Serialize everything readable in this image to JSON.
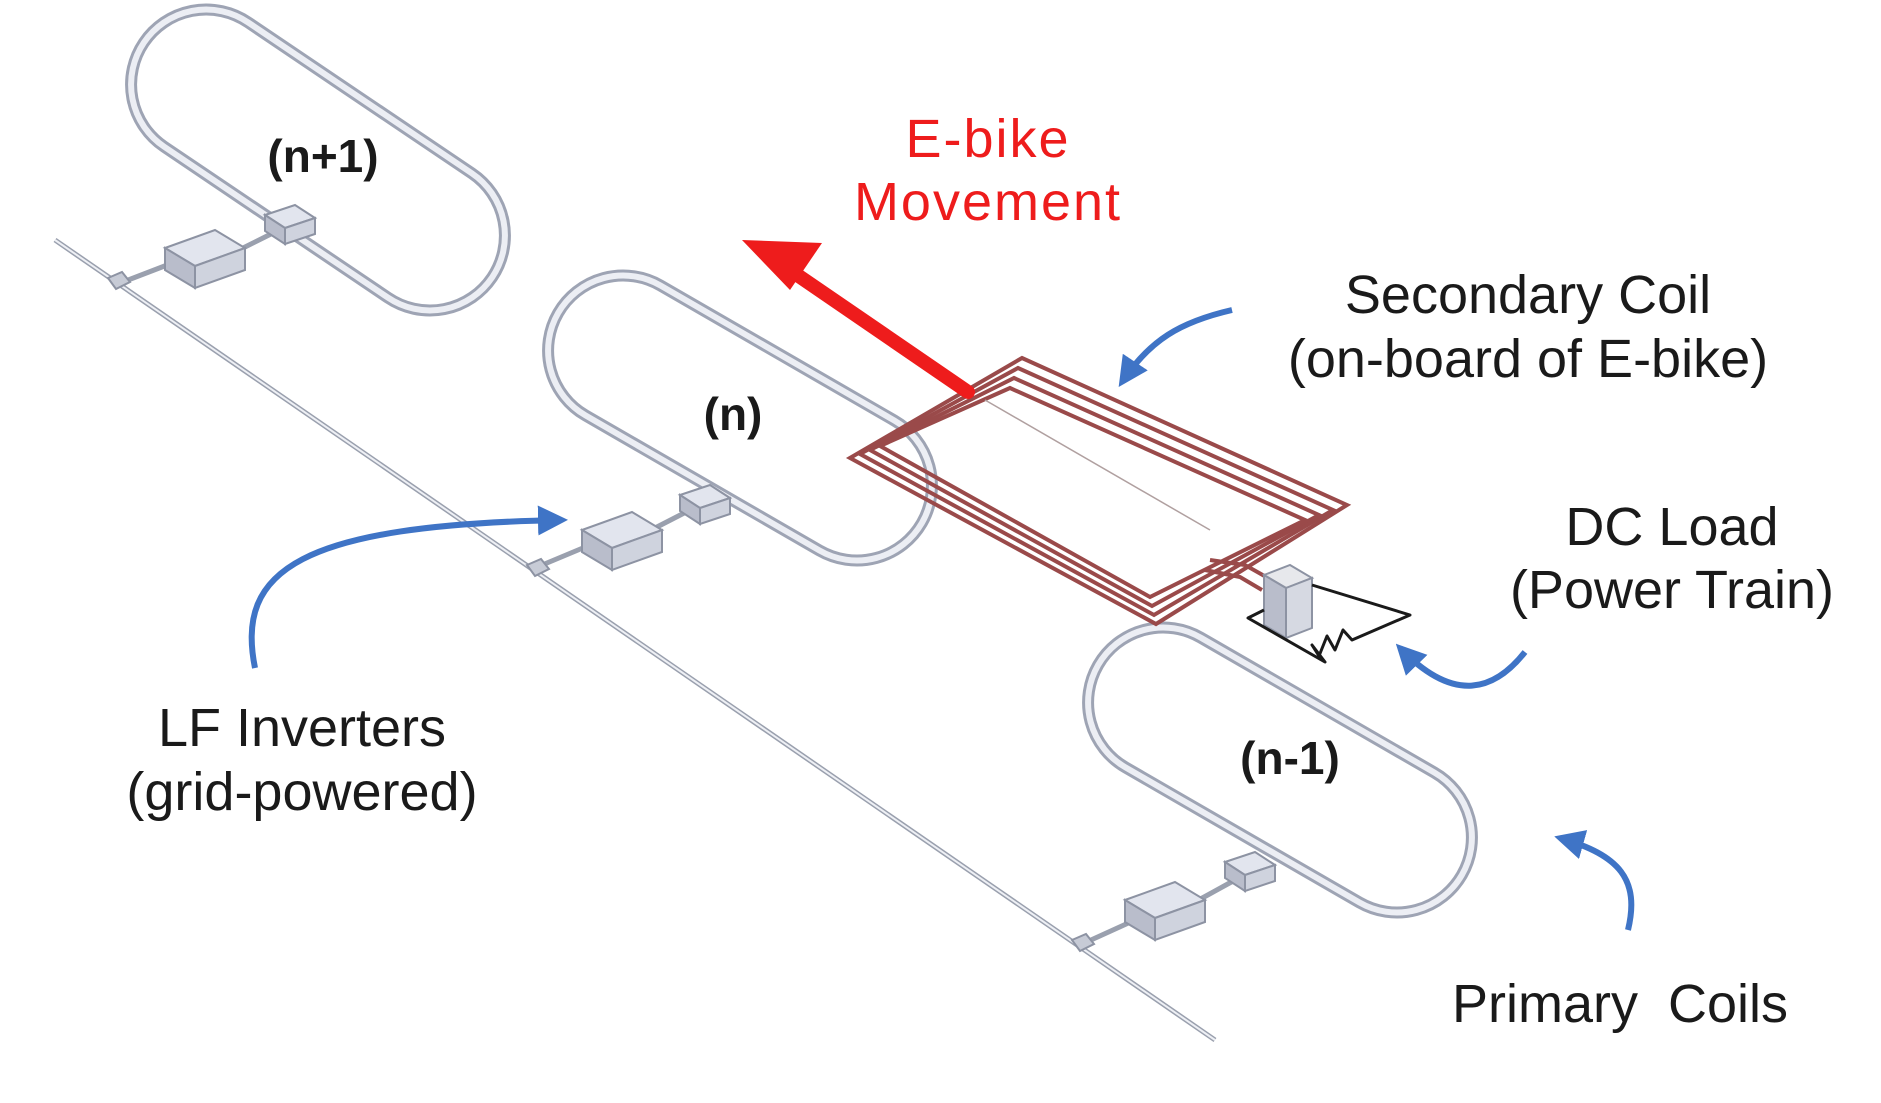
{
  "labels": {
    "ebike_line1": "E-bike",
    "ebike_line2": "Movement",
    "secondary_line1": "Secondary Coil",
    "secondary_line2": "(on-board of E-bike)",
    "dcload_line1": "DC Load",
    "dcload_line2": "(Power Train)",
    "inverters_line1": "LF Inverters",
    "inverters_line2": "(grid-powered)",
    "primary": "Primary  Coils"
  },
  "coils": {
    "n_plus_1": "(n+1)",
    "n": "(n)",
    "n_minus_1": "(n-1)"
  },
  "colors": {
    "arrow_red": "#ee1c1c",
    "annotation_arrow": "#3f74c6",
    "secondary_coil": "#9a4a4a",
    "primary_coil": "#b9bfd0"
  }
}
